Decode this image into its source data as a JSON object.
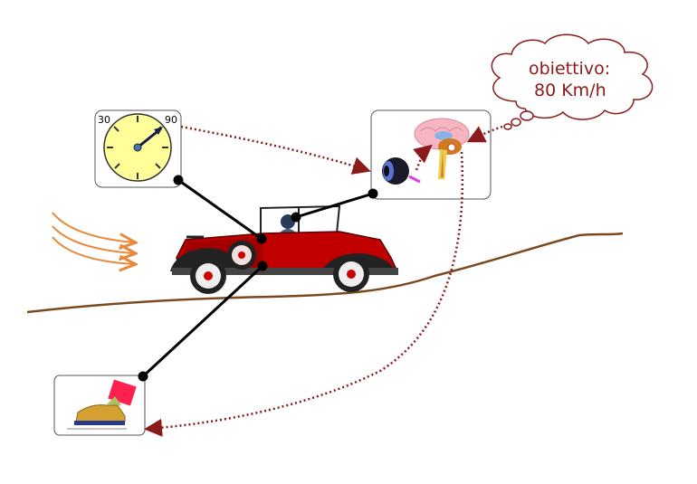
{
  "speedometer": {
    "min_label": "30",
    "max_label": "90"
  },
  "goal_cloud": {
    "line1": "obiettivo:",
    "line2": "80 Km/h"
  },
  "colors": {
    "car_body": "#c00000",
    "signal_arrow": "#8b1a1a",
    "road": "#7a4a1e",
    "wind": "#e8883a",
    "gauge_face": "#ffff99"
  }
}
